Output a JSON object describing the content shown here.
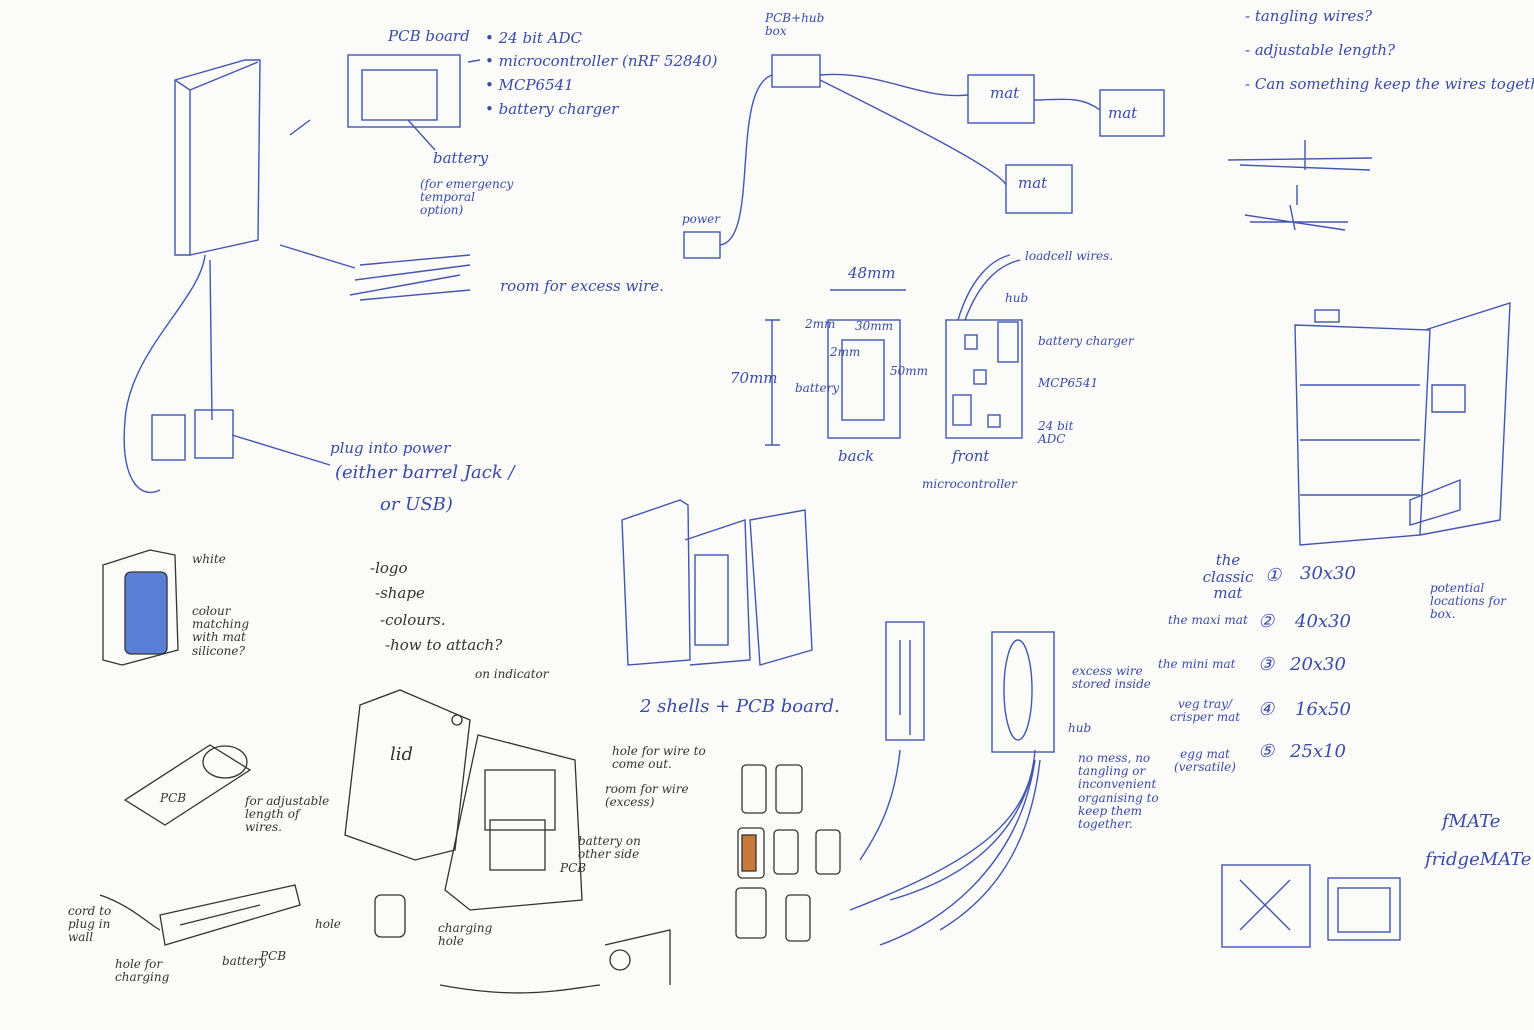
{
  "pcb": {
    "title": "PCB board",
    "items": [
      "• 24 bit ADC",
      "• microcontroller (nRF 52840)",
      "• MCP6541",
      "• battery charger"
    ],
    "battery": "battery",
    "battery_note": "(for emergency temporal option)",
    "excess": "room for excess wire.",
    "plug": "plug into power",
    "plug_note": "(either barrel Jack /",
    "plug_note2": "or USB)"
  },
  "network": {
    "box": "PCB+hub box",
    "mat1": "mat",
    "mat2": "mat",
    "mat3": "mat",
    "power": "power"
  },
  "questions": [
    "- tangling wires?",
    "- adjustable length?",
    "- Can something keep the wires together?"
  ],
  "dimensions": {
    "w": "48mm",
    "h": "70mm",
    "gap1": "2mm",
    "inner_w": "30mm",
    "gap2": "2mm",
    "inner_h": "50mm",
    "battery": "battery",
    "back": "back",
    "front": "front",
    "micro": "microcontroller",
    "loadcell": "loadcell wires.",
    "hub": "hub",
    "charger": "battery charger",
    "mcp": "MCP6541",
    "adc": "24 bit ADC"
  },
  "colour": {
    "white": "white",
    "note": "colour matching with mat silicone?"
  },
  "design": [
    "-logo",
    "-shape",
    "-colours.",
    "-how to attach?"
  ],
  "shells": "2 shells + PCB board.",
  "mats": [
    {
      "name": "the classic mat",
      "num": "①",
      "size": "30x30"
    },
    {
      "name": "the maxi mat",
      "num": "②",
      "size": "40x30"
    },
    {
      "name": "the mini mat",
      "num": "③",
      "size": "20x30"
    },
    {
      "name": "veg tray/ crisper mat",
      "num": "④",
      "size": "16x50"
    },
    {
      "name": "egg mat (versatile)",
      "num": "⑤",
      "size": "25x10"
    }
  ],
  "locations": "potential locations for box.",
  "names": [
    "fMATe",
    "fridgeMATe"
  ],
  "hub_notes": {
    "excess": "excess wire stored inside",
    "hub": "hub",
    "nomess": "no mess, no tangling or inconvenient organising to keep them together."
  },
  "reel": {
    "pcb": "PCB",
    "note": "for adjustable length of wires."
  },
  "lidbox": {
    "indicator": "on indicator",
    "lid": "lid",
    "hole": "hole for wire to come out.",
    "room": "room for wire (excess)",
    "battery": "battery on other side",
    "pcb": "PCB",
    "charging": "charging hole"
  },
  "cord": {
    "cord": "cord to plug in wall",
    "charge": "hole for charging",
    "battery": "battery",
    "pcb": "PCB",
    "hole": "hole"
  }
}
